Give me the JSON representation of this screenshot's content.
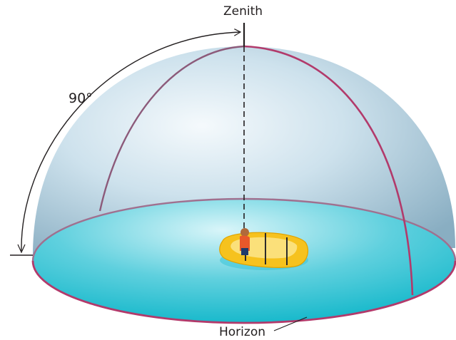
{
  "labels": {
    "zenith": "Zenith",
    "angle": "90°",
    "horizon": "Horizon"
  },
  "colors": {
    "dome_light": "#f4f9fc",
    "dome_dark": "#7fa7bd",
    "water_light": "#d9f5f9",
    "water_dark": "#0fb6c9",
    "rim": "#b23a6b",
    "arc_back": "#8c5a7a",
    "raft": "#f6c21e"
  },
  "icons": [
    "life-raft-icon",
    "person-icon"
  ]
}
